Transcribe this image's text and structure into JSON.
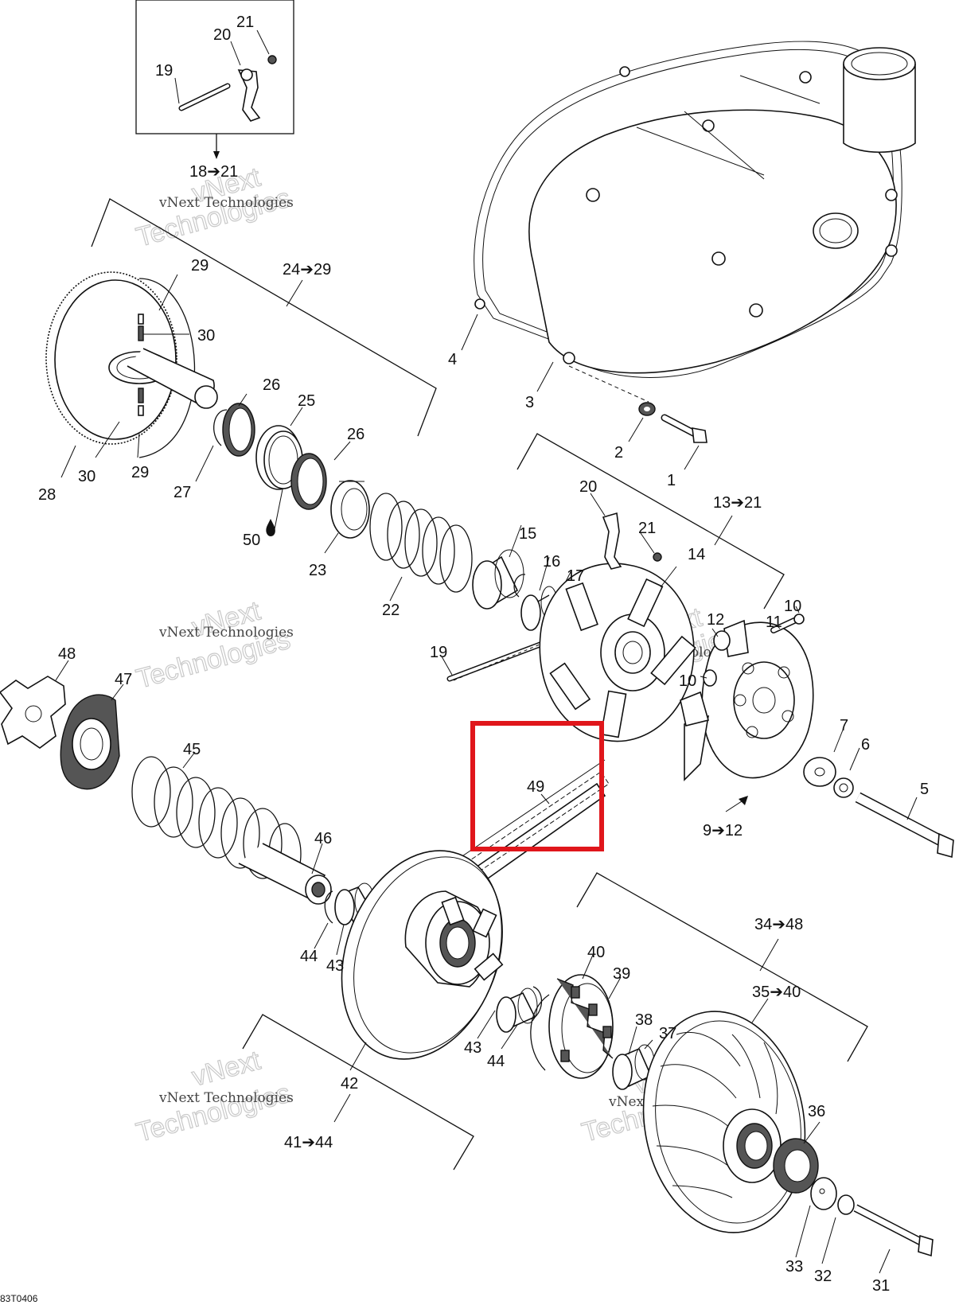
{
  "labels": {
    "p1": "1",
    "p2": "2",
    "p3": "3",
    "p4": "4",
    "p5": "5",
    "p6": "6",
    "p7": "7",
    "p9_12": "9➔12",
    "p10a": "10",
    "p10b": "10",
    "p11": "11",
    "p12": "12",
    "p13_21": "13➔21",
    "p14": "14",
    "p15": "15",
    "p16": "16",
    "p17": "17",
    "p18_21": "18➔21",
    "p19a": "19",
    "p19b": "19",
    "p20a": "20",
    "p20b": "20",
    "p21a": "21",
    "p21b": "21",
    "p22": "22",
    "p23": "23",
    "p24_29": "24➔29",
    "p25": "25",
    "p26a": "26",
    "p26b": "26",
    "p27": "27",
    "p28": "28",
    "p29a": "29",
    "p29b": "29",
    "p30a": "30",
    "p30b": "30",
    "p31": "31",
    "p32": "32",
    "p33": "33",
    "p34_48": "34➔48",
    "p35_40": "35➔40",
    "p36": "36",
    "p37": "37",
    "p38": "38",
    "p39": "39",
    "p40": "40",
    "p41_44": "41➔44",
    "p42": "42",
    "p43a": "43",
    "p43b": "43",
    "p44a": "44",
    "p44b": "44",
    "p45": "45",
    "p46": "46",
    "p47": "47",
    "p48": "48",
    "p49": "49",
    "p50": "50"
  },
  "watermark": {
    "line1": "vNext Technologies",
    "line2": "vNext",
    "line3": "Technologies"
  },
  "figure_code": "83T0406",
  "highlight": {
    "part": "49",
    "color": "#e0161b"
  }
}
